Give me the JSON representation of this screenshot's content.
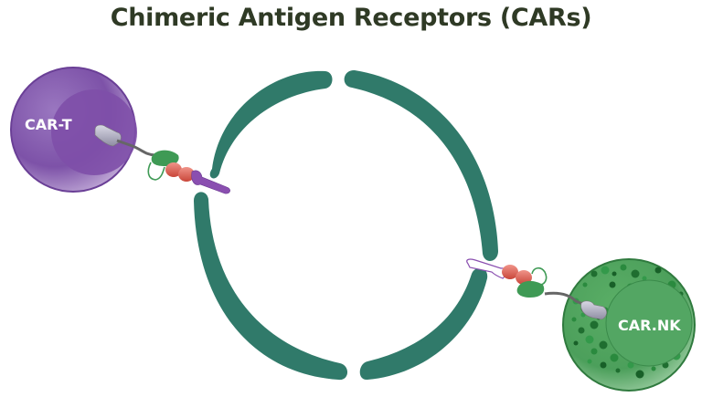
{
  "title": "Chimeric Antigen Receptors (CARs)",
  "cells": {
    "car_t": {
      "label": "CAR-T",
      "color": "#7a4fa3"
    },
    "car_nk": {
      "label": "CAR.NK",
      "color": "#4a9e5a"
    }
  },
  "colors": {
    "target_ring": "#307a6a",
    "title": "#2f3a25",
    "receptor_scfv": "#e06655",
    "receptor_hinge_green": "#3f9a55",
    "receptor_signal": "#b9b6c8",
    "antigen_purple": "#8a4fb0"
  }
}
